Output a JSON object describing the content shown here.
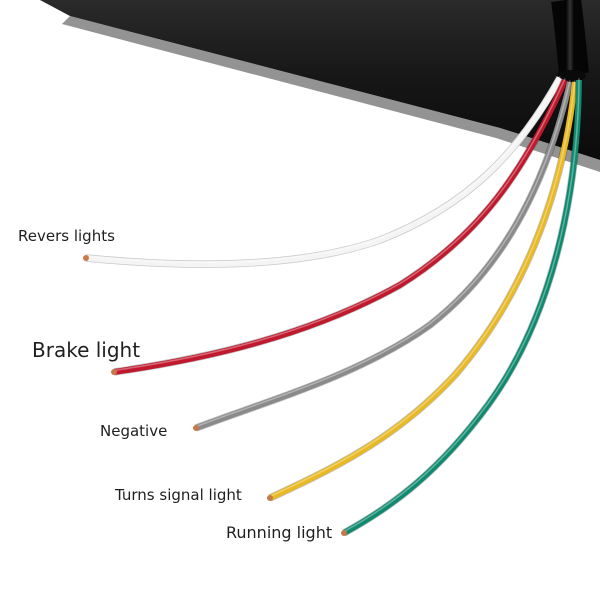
{
  "wires": [
    {
      "id": "reverse",
      "label": "Revers lights",
      "color": "#f4f4f4"
    },
    {
      "id": "brake",
      "label": "Brake light",
      "color": "#c0182c"
    },
    {
      "id": "negative",
      "label": "Negative",
      "color": "#8a8a8a"
    },
    {
      "id": "turn",
      "label": "Turns signal light",
      "color": "#e8b923"
    },
    {
      "id": "running",
      "label": "Running light",
      "color": "#0f8a6e"
    }
  ],
  "housing_color": "#1a1a1a"
}
